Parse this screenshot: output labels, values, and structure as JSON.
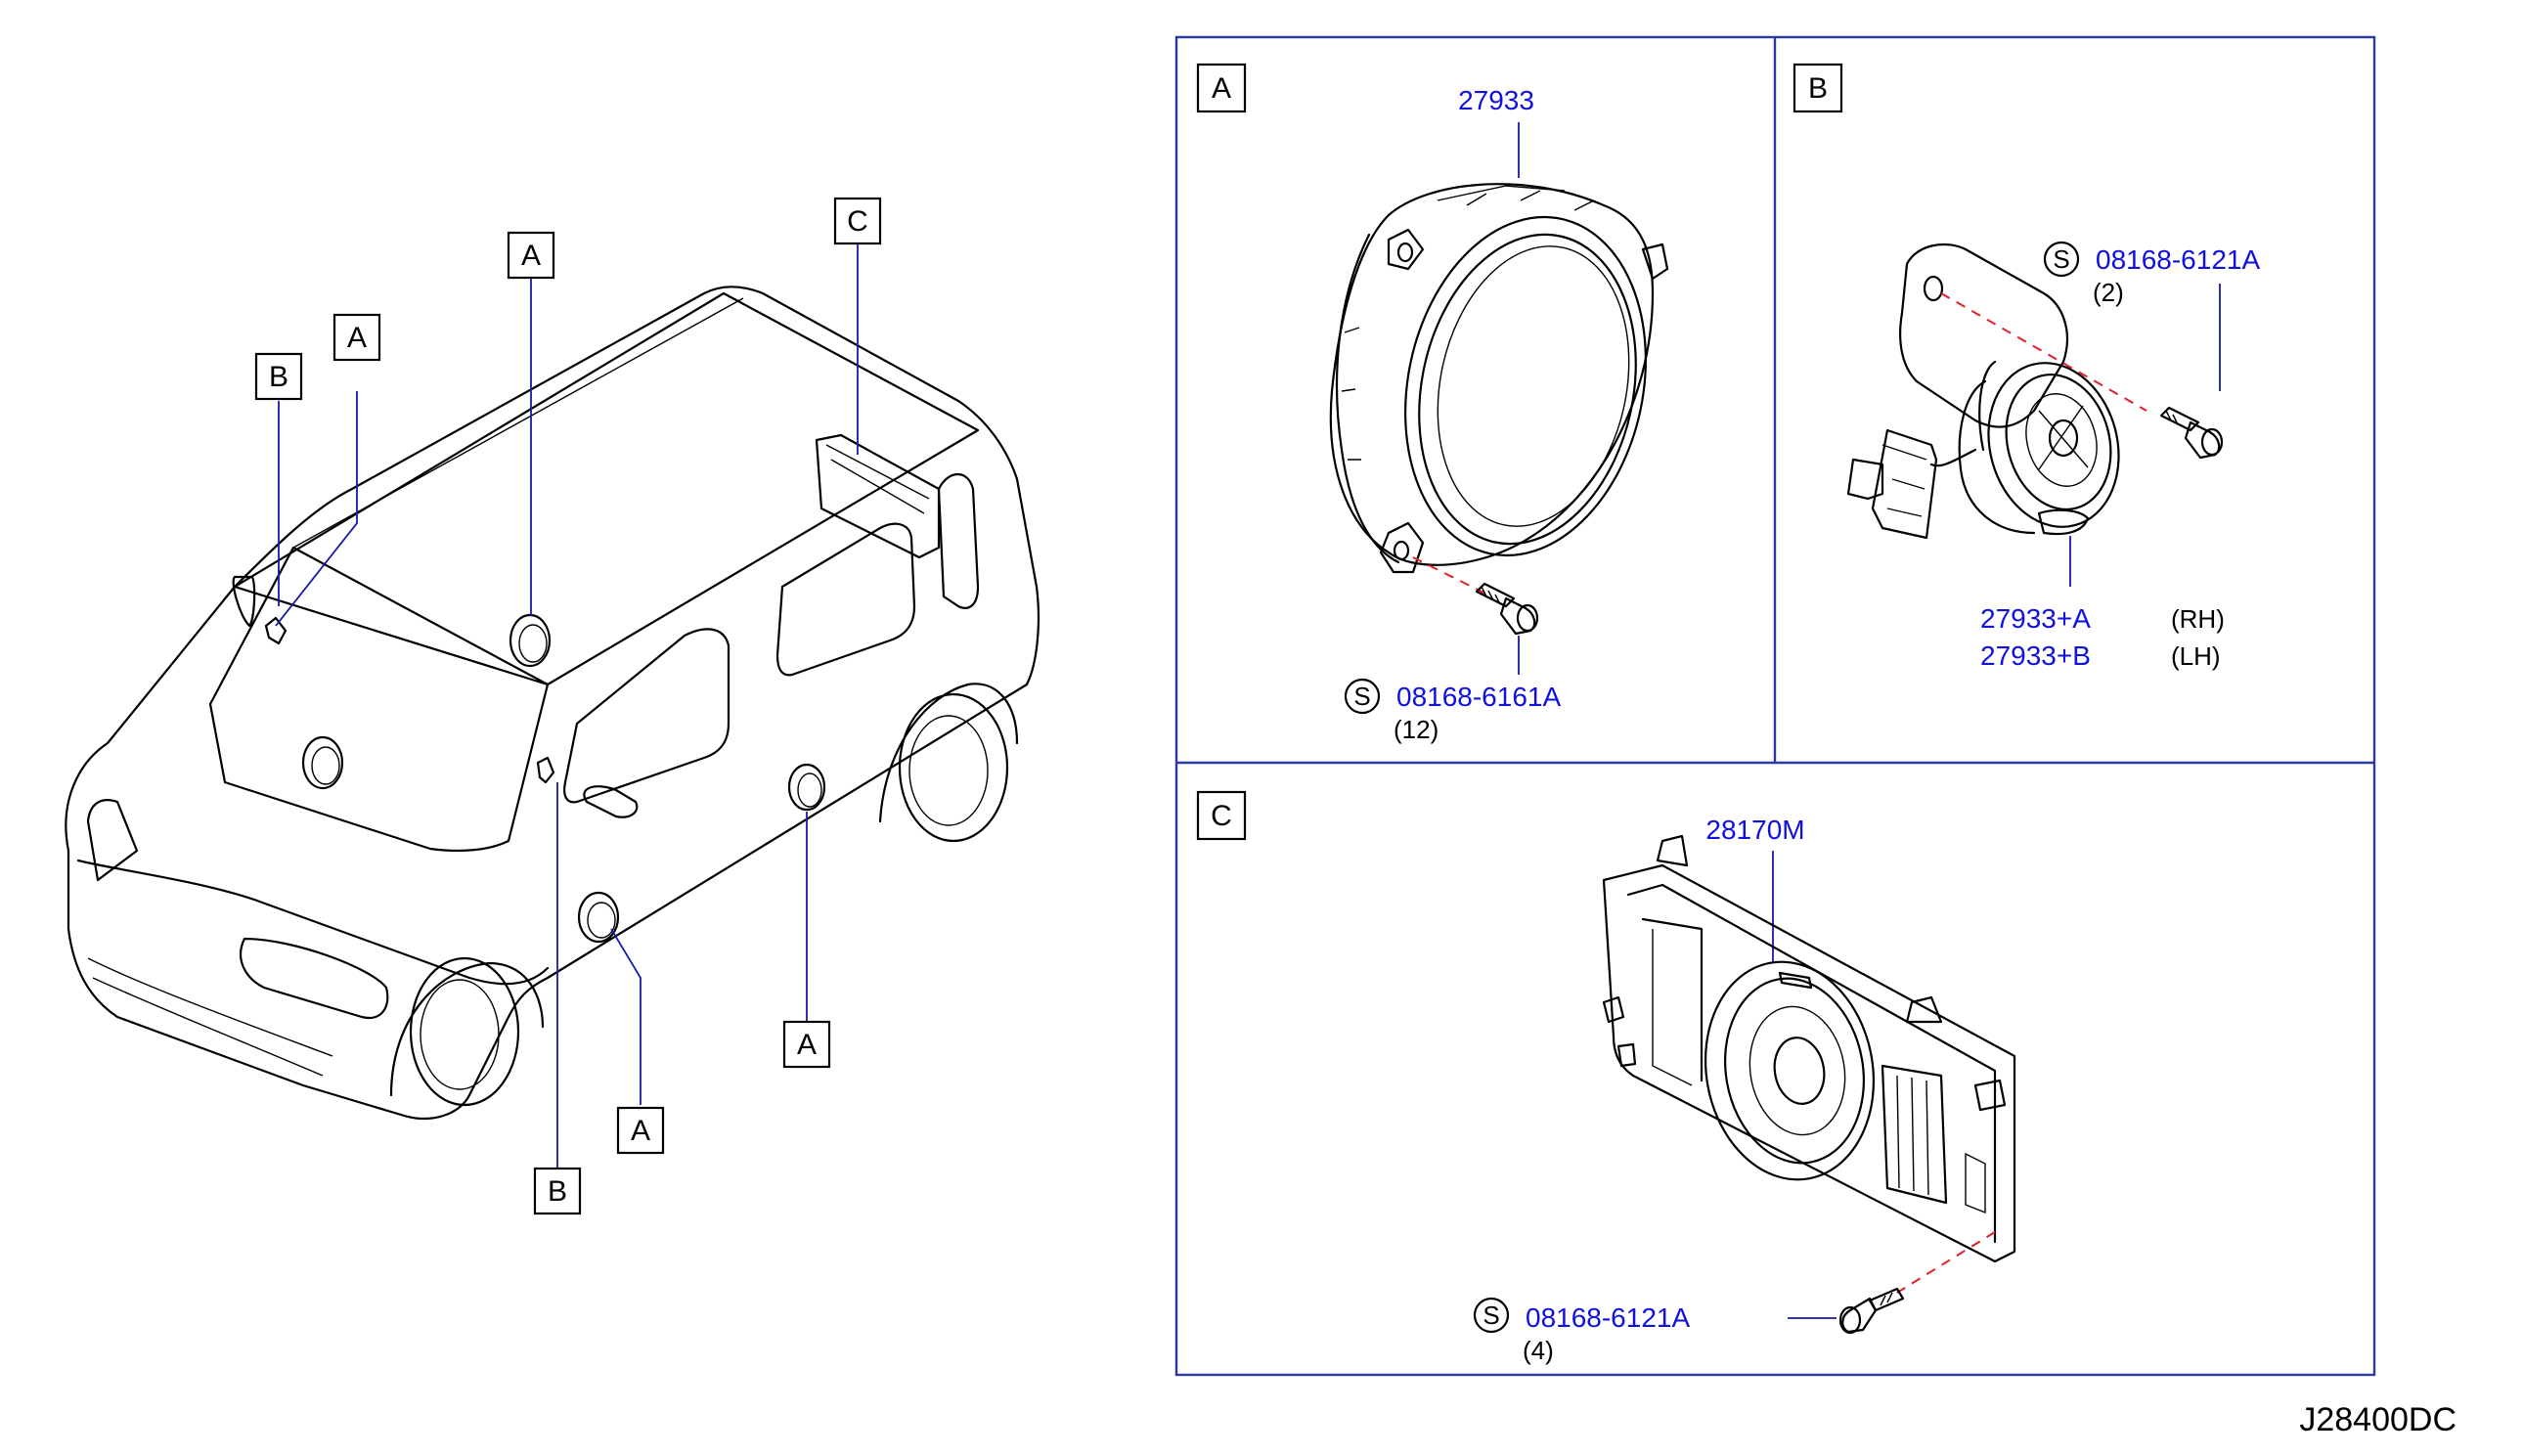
{
  "diagram": {
    "reference_code": "J28400DC",
    "vehicle_callouts": [
      "A",
      "A",
      "A",
      "A",
      "B",
      "B",
      "C"
    ],
    "panels": {
      "a": {
        "label": "A",
        "part_main": "27933",
        "screw_symbol": "S",
        "screw_part": "08168-6161A",
        "screw_qty": "(12)"
      },
      "b": {
        "label": "B",
        "screw_symbol": "S",
        "screw_part": "08168-6121A",
        "screw_qty": "(2)",
        "part_rh": "27933+A",
        "side_rh": "(RH)",
        "part_lh": "27933+B",
        "side_lh": "(LH)"
      },
      "c": {
        "label": "C",
        "part_main": "28170M",
        "screw_symbol": "S",
        "screw_part": "08168-6121A",
        "screw_qty": "(4)"
      }
    }
  }
}
